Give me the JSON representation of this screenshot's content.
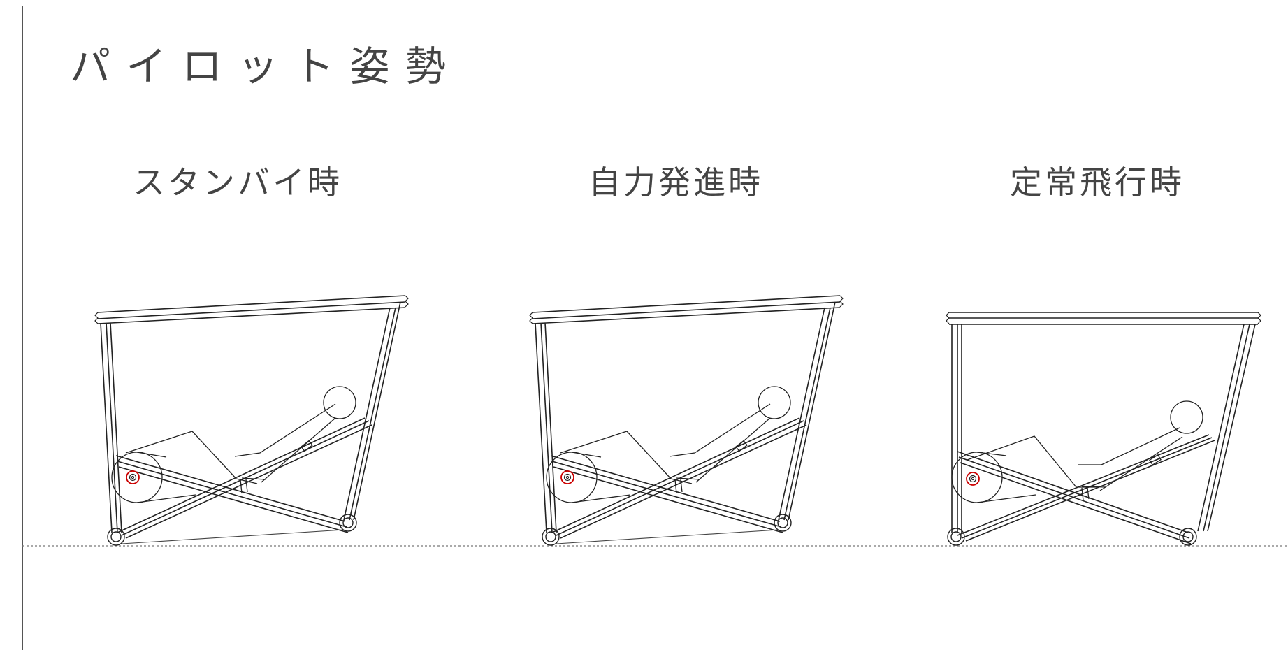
{
  "title": "パイロット姿勢",
  "panels": [
    {
      "label": "スタンバイ時",
      "frame_tilt_deg": -3,
      "pilot_recline_deg": 0
    },
    {
      "label": "自力発進時",
      "frame_tilt_deg": -3,
      "pilot_recline_deg": 0
    },
    {
      "label": "定常飛行時",
      "frame_tilt_deg": 0,
      "pilot_recline_deg": -4
    }
  ],
  "colors": {
    "line": "#222222",
    "marker": "#cc0000"
  }
}
